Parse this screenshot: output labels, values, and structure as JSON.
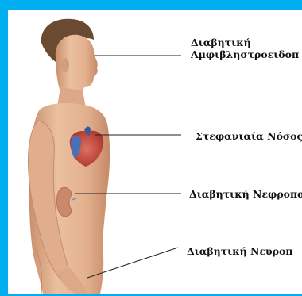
{
  "labels": {
    "retinopathy_line1": "Διαβητική",
    "retinopathy_line2": "Αμφιβληστροειδοπ",
    "coronary": "Στεφανιαία Νόσος",
    "nephropathy": "Διαβητική Νεφροπα",
    "neuropathy": "Διαβητική Νευροπ"
  },
  "colors": {
    "border": "#00aeef",
    "skin": "#e8b998",
    "heart": "#c84a3c",
    "kidney": "#c9896a"
  }
}
